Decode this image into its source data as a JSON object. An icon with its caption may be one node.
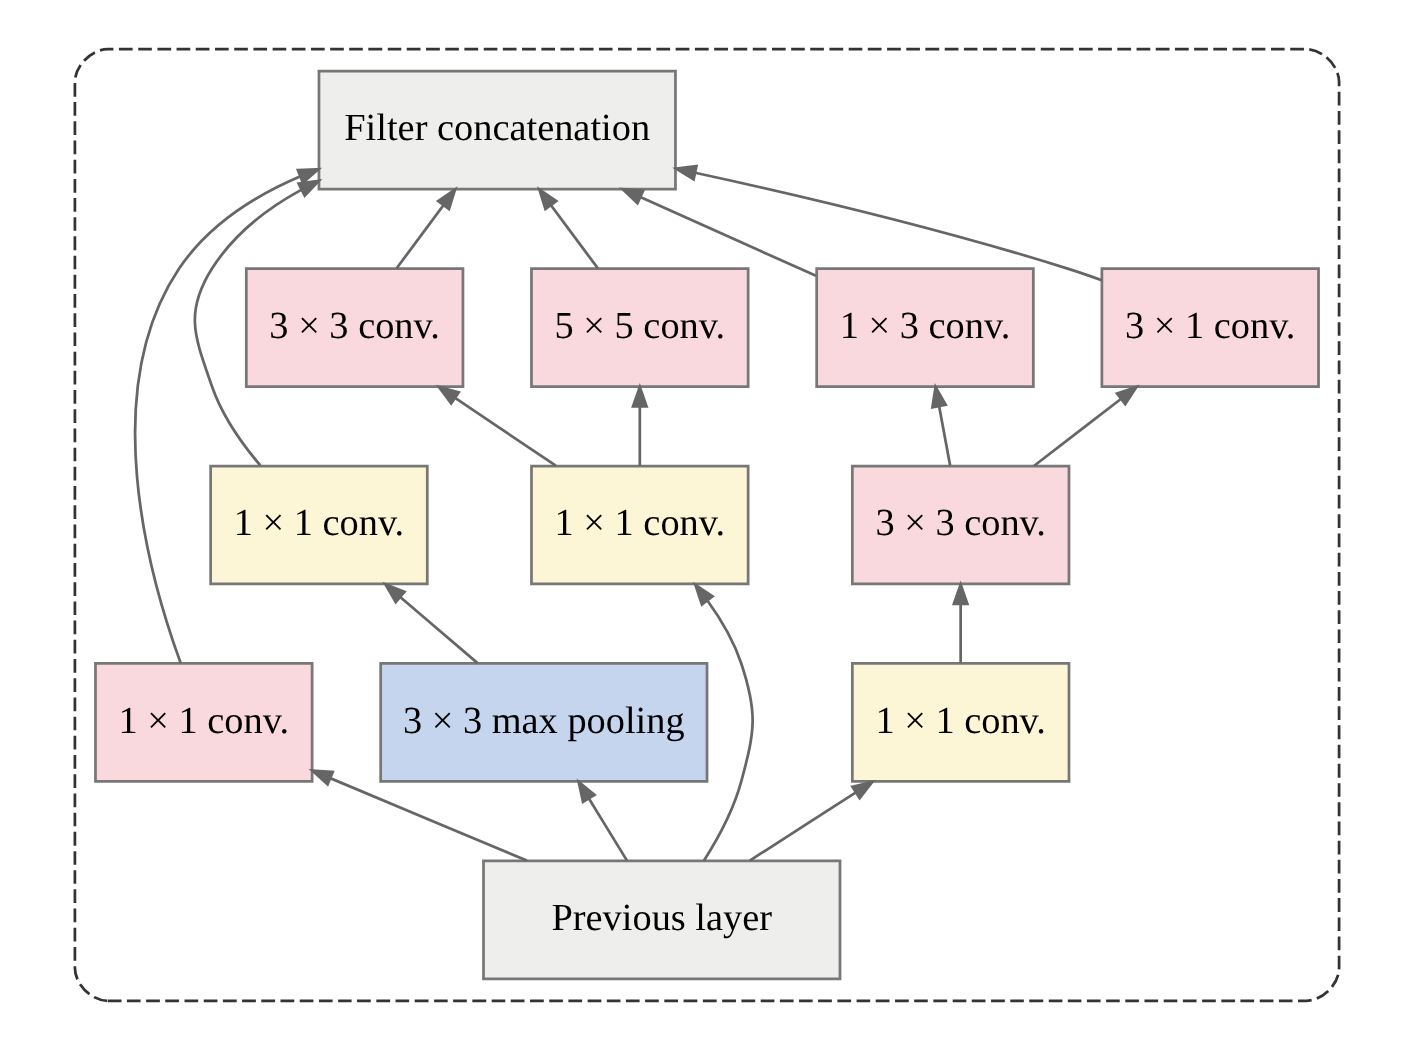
{
  "diagram": {
    "nodes": [
      {
        "text": [],
        "shape": "box"
      },
      {
        "text": [
          "Filter concatenation"
        ],
        "in": 0
      },
      {
        "text": [
          "1 × 1 conv."
        ],
        "in": 0
      },
      {
        "text": [
          "1 × 1 conv."
        ],
        "in": 0
      },
      {
        "text": [
          "3 × 3 max pooling"
        ],
        "in": 0
      },
      {
        "text": [
          "3 × 3 conv."
        ],
        "in": 0
      },
      {
        "text": [
          "5 × 5 conv."
        ],
        "in": 0
      },
      {
        "text": [
          "1 × 1 conv."
        ],
        "in": 0
      },
      {
        "text": [
          "1 × 3 conv."
        ],
        "in": 0
      },
      {
        "text": [
          "3 × 1 conv."
        ],
        "in": 0
      },
      {
        "text": [
          "3 × 3 conv."
        ],
        "in": 0
      },
      {
        "text": [
          "1 × 1 conv."
        ],
        "in": 0
      },
      {
        "text": [
          "Previous layer"
        ],
        "in": 0
      }
    ],
    "edges": [
      {
        "from": 12,
        "to": 2,
        "arrow": "to"
      },
      {
        "from": 12,
        "to": 4,
        "arrow": "to"
      },
      {
        "from": 12,
        "to": 7,
        "arrow": "to"
      },
      {
        "from": 12,
        "to": 11,
        "arrow": "to"
      },
      {
        "from": 4,
        "to": 3,
        "arrow": "to"
      },
      {
        "from": 7,
        "to": 5,
        "arrow": "to"
      },
      {
        "from": 7,
        "to": 6,
        "arrow": "to"
      },
      {
        "from": 11,
        "to": 10,
        "arrow": "to"
      },
      {
        "from": 10,
        "to": 8,
        "arrow": "to"
      },
      {
        "from": 10,
        "to": 9,
        "arrow": "to"
      },
      {
        "from": 2,
        "to": 1,
        "arrow": "to"
      },
      {
        "from": 3,
        "to": 1,
        "arrow": "to"
      },
      {
        "from": 5,
        "to": 1,
        "arrow": "to"
      },
      {
        "from": 6,
        "to": 1,
        "arrow": "to"
      },
      {
        "from": 8,
        "to": 1,
        "arrow": "to"
      },
      {
        "from": 9,
        "to": 1,
        "arrow": "to"
      }
    ]
  }
}
